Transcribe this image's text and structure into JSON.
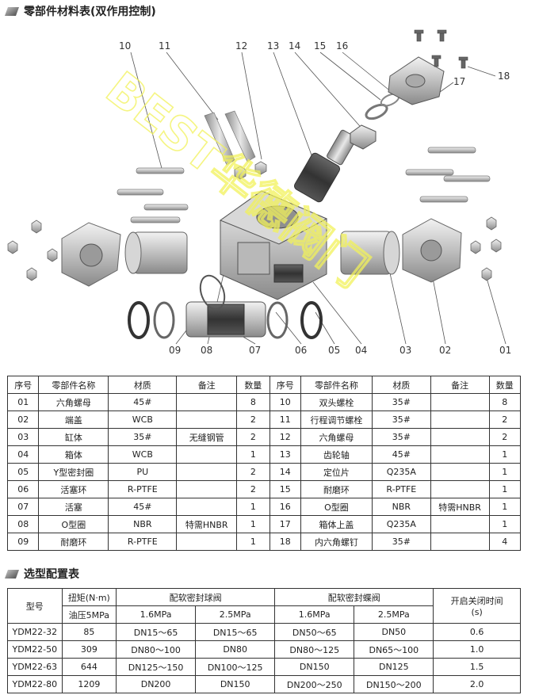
{
  "section1": {
    "title": "零部件材料表(双作用控制)"
  },
  "section2": {
    "title": "选型配置表"
  },
  "watermark": "BEST华德阀门",
  "callouts": [
    "01",
    "02",
    "03",
    "04",
    "05",
    "06",
    "07",
    "08",
    "09",
    "10",
    "11",
    "12",
    "13",
    "14",
    "15",
    "16",
    "17",
    "18"
  ],
  "parts_table": {
    "headers": [
      "序号",
      "零部件名称",
      "材质",
      "备注",
      "数量",
      "序号",
      "零部件名称",
      "材质",
      "备注",
      "数量"
    ],
    "rows": [
      [
        [
          "01",
          "六角螺母",
          "45#",
          "",
          "8"
        ],
        [
          "10",
          "双头螺栓",
          "35#",
          "",
          "8"
        ]
      ],
      [
        [
          "02",
          "端盖",
          "WCB",
          "",
          "2"
        ],
        [
          "11",
          "行程调节螺栓",
          "35#",
          "",
          "2"
        ]
      ],
      [
        [
          "03",
          "缸体",
          "35#",
          "无缝钢管",
          "2"
        ],
        [
          "12",
          "六角螺母",
          "35#",
          "",
          "2"
        ]
      ],
      [
        [
          "04",
          "箱体",
          "WCB",
          "",
          "1"
        ],
        [
          "13",
          "齿轮轴",
          "45#",
          "",
          "1"
        ]
      ],
      [
        [
          "05",
          "Y型密封圈",
          "PU",
          "",
          "2"
        ],
        [
          "14",
          "定位片",
          "Q235A",
          "",
          "1"
        ]
      ],
      [
        [
          "06",
          "活塞环",
          "R-PTFE",
          "",
          "2"
        ],
        [
          "15",
          "耐磨环",
          "R-PTFE",
          "",
          "1"
        ]
      ],
      [
        [
          "07",
          "活塞",
          "45#",
          "",
          "1"
        ],
        [
          "16",
          "O型圈",
          "NBR",
          "特需HNBR",
          "1"
        ]
      ],
      [
        [
          "08",
          "O型圈",
          "NBR",
          "特需HNBR",
          "1"
        ],
        [
          "17",
          "箱体上盖",
          "Q235A",
          "",
          "1"
        ]
      ],
      [
        [
          "09",
          "耐磨环",
          "R-PTFE",
          "",
          "1"
        ],
        [
          "18",
          "内六角螺钉",
          "35#",
          "",
          "4"
        ]
      ]
    ]
  },
  "config_table": {
    "h_model": "型号",
    "h_torque": "扭矩(N·m)",
    "h_pressure": "油压5MPa",
    "h_ball": "配软密封球阀",
    "h_butterfly": "配软密封蝶阀",
    "h_time": "开启关闭时间",
    "h_time_unit": "(s)",
    "sub": [
      "1.6MPa",
      "2.5MPa",
      "1.6MPa",
      "2.5MPa"
    ],
    "rows": [
      [
        "YDM22-32",
        "85",
        "DN15～65",
        "DN15～65",
        "DN50～65",
        "DN50",
        "0.6"
      ],
      [
        "YDM22-50",
        "309",
        "DN80～100",
        "DN80",
        "DN80～125",
        "DN65～100",
        "1.0"
      ],
      [
        "YDM22-63",
        "644",
        "DN125～150",
        "DN100～125",
        "DN150",
        "DN125",
        "1.5"
      ],
      [
        "YDM22-80",
        "1209",
        "DN200",
        "DN150",
        "DN200～250",
        "DN150～200",
        "2.0"
      ]
    ]
  }
}
